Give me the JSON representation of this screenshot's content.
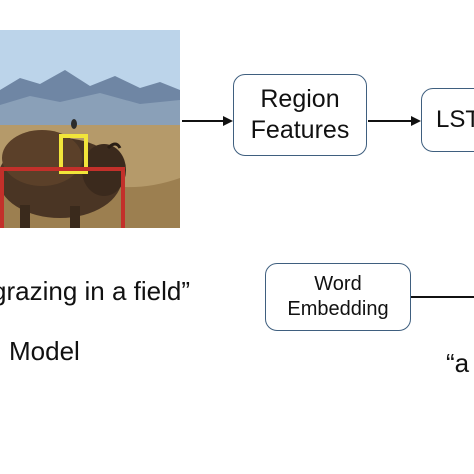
{
  "nodes": {
    "region_features": "Region\nFeatures",
    "lstm": "LST",
    "word_embedding": "Word\nEmbedding"
  },
  "caption_fragment": "grazing in a field”",
  "model_label": "Model",
  "right_caption_fragment": "“a",
  "colors": {
    "region_box_large": "#c3302a",
    "region_box_small": "#f2e53a",
    "node_border": "#3f5f7f"
  }
}
